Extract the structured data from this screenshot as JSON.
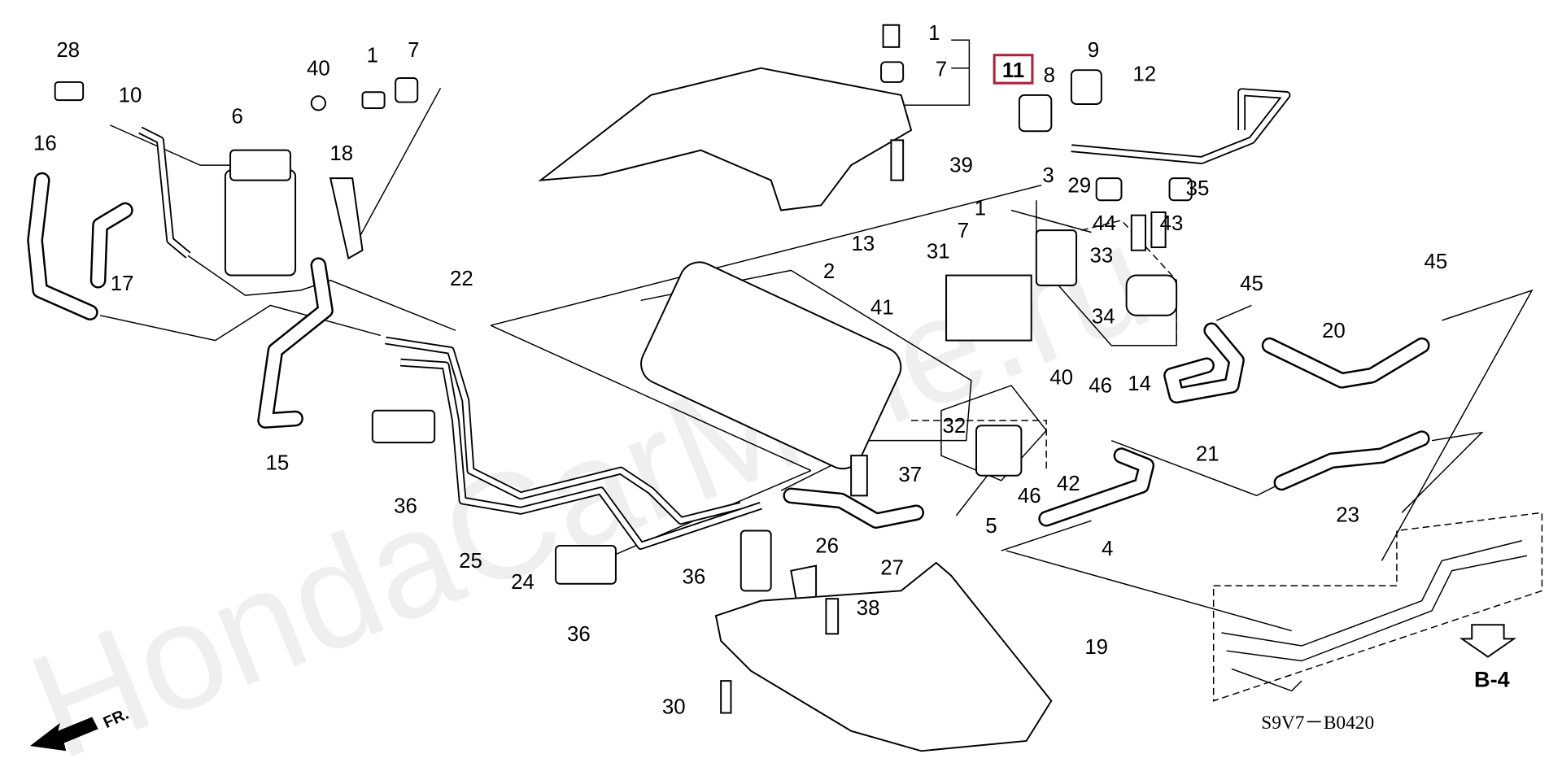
{
  "watermark": "HondaCarMine.ru",
  "diagram_code": "S9V7－B0420",
  "reference": "B-4",
  "front_marker": "FR.",
  "highlight_color": "#b0223a",
  "highlighted_part": "11",
  "callouts": [
    "28",
    "40",
    "1",
    "7",
    "10",
    "6",
    "18",
    "16",
    "17",
    "15",
    "22",
    "1",
    "7",
    "11",
    "8",
    "9",
    "12",
    "39",
    "3",
    "29",
    "35",
    "1",
    "7",
    "13",
    "31",
    "44",
    "43",
    "33",
    "34",
    "2",
    "41",
    "45",
    "45",
    "20",
    "40",
    "14",
    "46",
    "21",
    "32",
    "37",
    "42",
    "46",
    "5",
    "4",
    "36",
    "25",
    "24",
    "26",
    "23",
    "27",
    "36",
    "36",
    "38",
    "19",
    "30"
  ]
}
